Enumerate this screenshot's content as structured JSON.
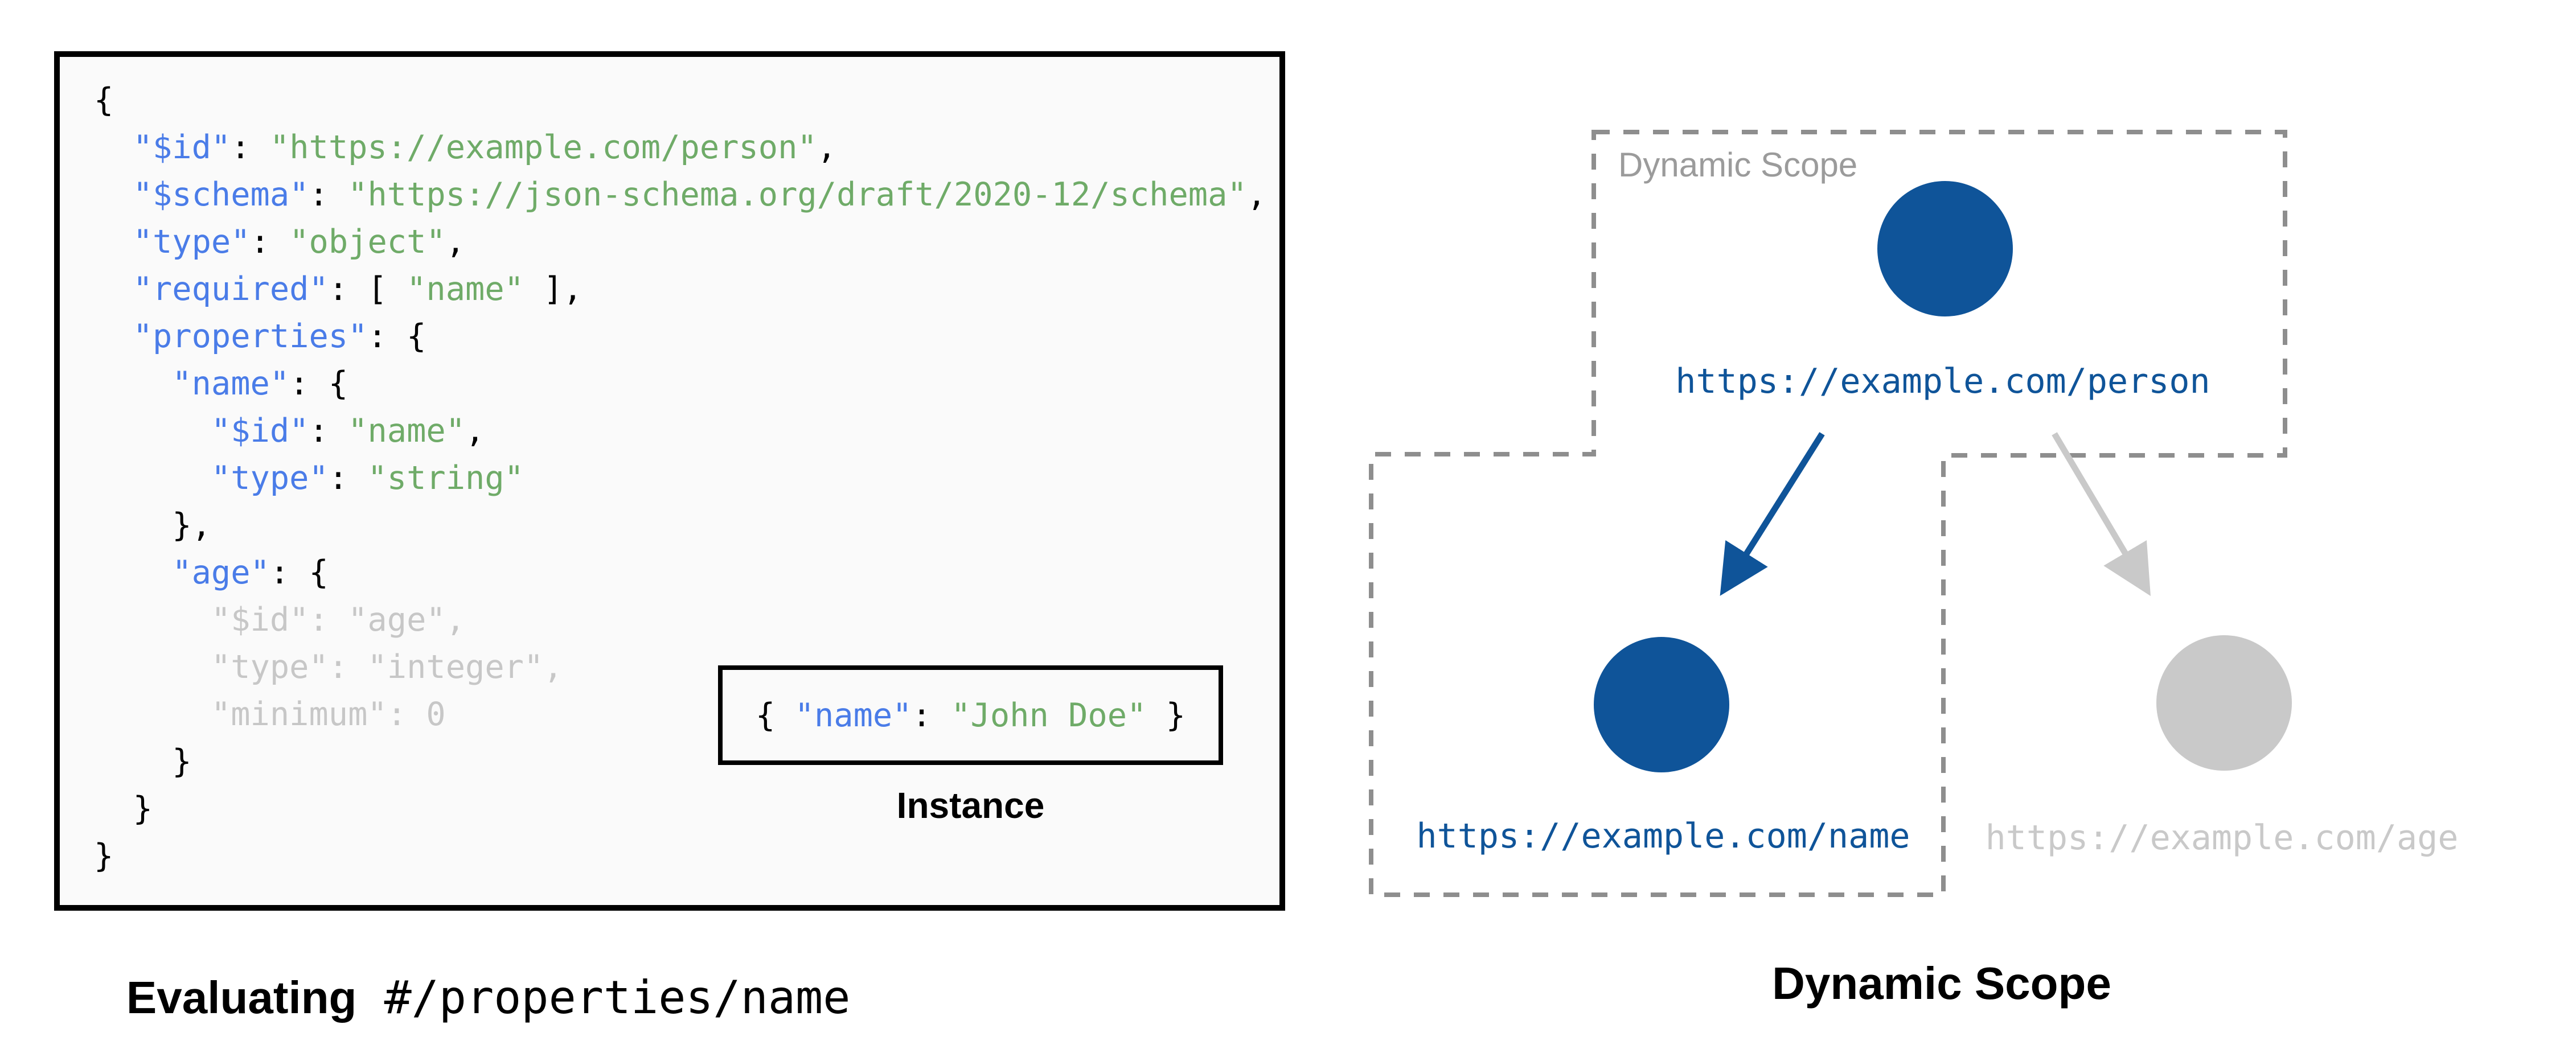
{
  "colors": {
    "accent-blue": "#0F5499",
    "key-blue": "#4A7CE8",
    "string-green": "#6FAB68",
    "dim-gray": "#C7C7C7",
    "light-gray": "#C9C9C9",
    "dash-gray": "#8E8E8E",
    "label-gray": "#9B9B9B",
    "box-bg": "#FAFAFA",
    "ink": "#000000"
  },
  "schema_panel": {
    "code_lines": [
      [
        [
          "p",
          "{"
        ]
      ],
      [
        [
          "p",
          "  "
        ],
        [
          "k",
          "\"$id\""
        ],
        [
          "p",
          ": "
        ],
        [
          "s",
          "\"https://example.com/person\""
        ],
        [
          "p",
          ","
        ]
      ],
      [
        [
          "p",
          "  "
        ],
        [
          "k",
          "\"$schema\""
        ],
        [
          "p",
          ": "
        ],
        [
          "s",
          "\"https://json-schema.org/draft/2020-12/schema\""
        ],
        [
          "p",
          ","
        ]
      ],
      [
        [
          "p",
          "  "
        ],
        [
          "k",
          "\"type\""
        ],
        [
          "p",
          ": "
        ],
        [
          "s",
          "\"object\""
        ],
        [
          "p",
          ","
        ]
      ],
      [
        [
          "p",
          "  "
        ],
        [
          "k",
          "\"required\""
        ],
        [
          "p",
          ": [ "
        ],
        [
          "s",
          "\"name\""
        ],
        [
          "p",
          " ],"
        ]
      ],
      [
        [
          "p",
          "  "
        ],
        [
          "k",
          "\"properties\""
        ],
        [
          "p",
          ": {"
        ]
      ],
      [
        [
          "p",
          "    "
        ],
        [
          "k",
          "\"name\""
        ],
        [
          "p",
          ": {"
        ]
      ],
      [
        [
          "p",
          "      "
        ],
        [
          "k",
          "\"$id\""
        ],
        [
          "p",
          ": "
        ],
        [
          "s",
          "\"name\""
        ],
        [
          "p",
          ","
        ]
      ],
      [
        [
          "p",
          "      "
        ],
        [
          "k",
          "\"type\""
        ],
        [
          "p",
          ": "
        ],
        [
          "s",
          "\"string\""
        ]
      ],
      [
        [
          "p",
          "    },"
        ]
      ],
      [
        [
          "p",
          "    "
        ],
        [
          "k",
          "\"age\""
        ],
        [
          "p",
          ": {"
        ]
      ],
      [
        [
          "d",
          "      \"$id\": \"age\","
        ]
      ],
      [
        [
          "d",
          "      \"type\": \"integer\","
        ]
      ],
      [
        [
          "d",
          "      \"minimum\": 0"
        ]
      ],
      [
        [
          "p",
          "    }"
        ]
      ],
      [
        [
          "p",
          "  }"
        ]
      ],
      [
        [
          "p",
          "}"
        ]
      ]
    ],
    "instance": {
      "code": [
        [
          "p",
          "{ "
        ],
        [
          "k",
          "\"name\""
        ],
        [
          "p",
          ": "
        ],
        [
          "s",
          "\"John Doe\""
        ],
        [
          "p",
          " }"
        ]
      ],
      "label": "Instance"
    },
    "caption_bold": "Evaluating",
    "caption_mono": " #/properties/name"
  },
  "diagram": {
    "scope_label": "Dynamic Scope",
    "nodes": [
      {
        "id": "person",
        "url": "https://example.com/person",
        "state": "active"
      },
      {
        "id": "name",
        "url": "https://example.com/name",
        "state": "active"
      },
      {
        "id": "age",
        "url": "https://example.com/age",
        "state": "inactive"
      }
    ],
    "caption": "Dynamic Scope"
  }
}
